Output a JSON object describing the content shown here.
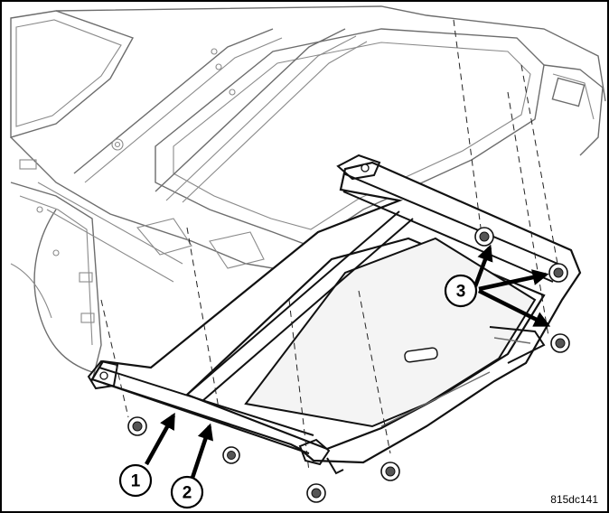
{
  "callouts": [
    {
      "id": "callout-1",
      "label": "1"
    },
    {
      "id": "callout-2",
      "label": "2"
    },
    {
      "id": "callout-3",
      "label": "3"
    }
  ],
  "figure_id": "815dc141"
}
